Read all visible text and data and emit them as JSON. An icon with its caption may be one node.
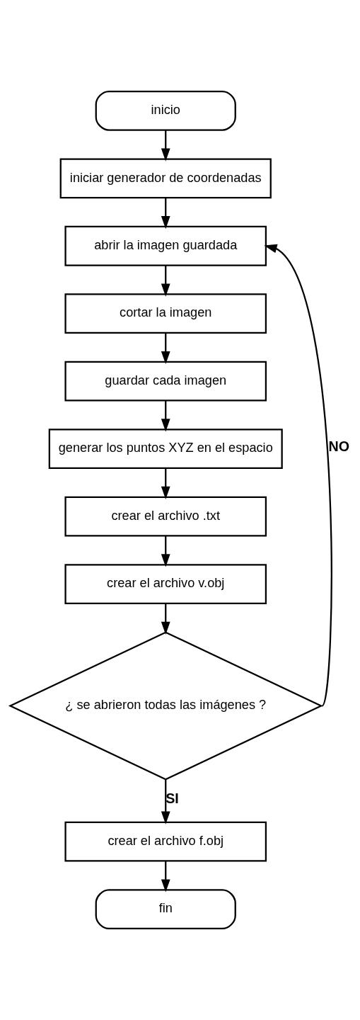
{
  "diagram": {
    "nodes": [
      {
        "text": [
          "inicio"
        ]
      },
      {
        "text": [
          "iniciar generador de coordenadas"
        ]
      },
      {
        "text": [
          "abrir la imagen guardada"
        ]
      },
      {
        "text": [
          "cortar la imagen"
        ]
      },
      {
        "text": [
          "guardar cada imagen"
        ]
      },
      {
        "text": [
          "generar los puntos XYZ en el espacio"
        ]
      },
      {
        "text": [
          "crear el archivo .txt"
        ]
      },
      {
        "text": [
          "crear el archivo v.obj"
        ]
      },
      {
        "text": [
          "¿ se abrieron todas las imágenes ?"
        ]
      },
      {
        "text": [
          "crear el archivo f.obj"
        ]
      },
      {
        "text": [
          "fin"
        ]
      }
    ],
    "edges": [
      {
        "from": 0,
        "to": 1,
        "arrow": "to"
      },
      {
        "from": 1,
        "to": 2,
        "arrow": "to"
      },
      {
        "from": 2,
        "to": 3,
        "arrow": "to"
      },
      {
        "from": 3,
        "to": 4,
        "arrow": "to"
      },
      {
        "from": 4,
        "to": 5,
        "arrow": "to"
      },
      {
        "from": 5,
        "to": 6,
        "arrow": "to"
      },
      {
        "from": 6,
        "to": 7,
        "arrow": "to"
      },
      {
        "from": 7,
        "to": 8,
        "arrow": "to"
      },
      {
        "from": 8,
        "to": 9,
        "label": "SI",
        "arrow": "to"
      },
      {
        "from": 8,
        "to": 2,
        "label": "NO",
        "arrow": "to"
      },
      {
        "from": 9,
        "to": 10,
        "arrow": "to"
      }
    ]
  }
}
